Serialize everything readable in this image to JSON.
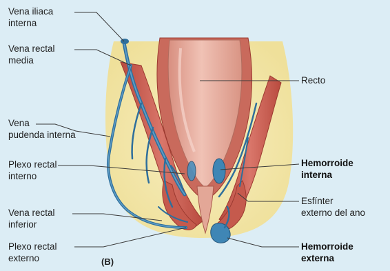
{
  "figure": {
    "panel_label": "(B)",
    "colors": {
      "background": "#dcedf5",
      "fat": "#f4e8a8",
      "muscle": "#c8574a",
      "rectum": "#e7b3a6",
      "vein": "#2e6f9c",
      "leader": "#3a3a3a"
    }
  },
  "labels": {
    "vena_iliaca_interna": [
      "Vena iliaca",
      "interna"
    ],
    "vena_rectal_media": [
      "Vena rectal",
      "media"
    ],
    "vena_pudenda_interna": [
      "Vena",
      "pudenda interna"
    ],
    "plexo_rectal_interno": [
      "Plexo rectal",
      "interno"
    ],
    "vena_rectal_inferior": [
      "Vena rectal",
      "inferior"
    ],
    "plexo_rectal_externo": [
      "Plexo rectal",
      "externo"
    ],
    "recto": [
      "Recto"
    ],
    "hemorroide_interna": [
      "Hemorroide",
      "interna"
    ],
    "esfinter_externo": [
      "Esfínter",
      "externo del ano"
    ],
    "hemorroide_externa": [
      "Hemorroide",
      "externa"
    ]
  }
}
